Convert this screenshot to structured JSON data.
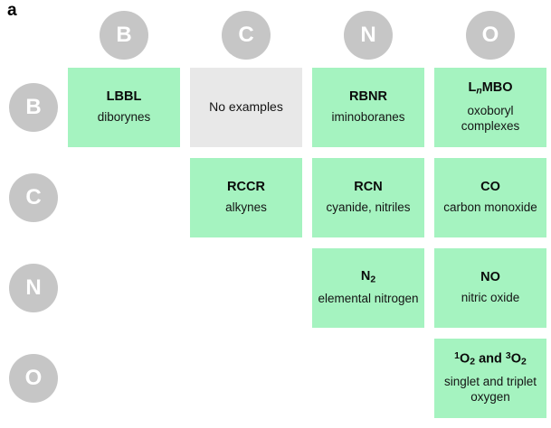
{
  "panel": {
    "label": "a"
  },
  "matrix": {
    "column_headers": [
      {
        "label": "B",
        "name": "column-header-b"
      },
      {
        "label": "C",
        "name": "column-header-c"
      },
      {
        "label": "N",
        "name": "column-header-n"
      },
      {
        "label": "O",
        "name": "column-header-o"
      }
    ],
    "row_headers": [
      {
        "label": "B",
        "name": "row-header-b"
      },
      {
        "label": "C",
        "name": "row-header-c"
      },
      {
        "label": "N",
        "name": "row-header-n"
      },
      {
        "label": "O",
        "name": "row-header-o"
      }
    ],
    "cells": [
      {
        "row": "B",
        "col": "B",
        "formula_html": "LBBL",
        "formula_text": "LBBL",
        "name": "diborynes",
        "state": "green"
      },
      {
        "row": "B",
        "col": "C",
        "formula_html": "",
        "formula_text": "",
        "name": "No examples",
        "state": "grey"
      },
      {
        "row": "B",
        "col": "N",
        "formula_html": "RBNR",
        "formula_text": "RBNR",
        "name": "iminoboranes",
        "state": "green"
      },
      {
        "row": "B",
        "col": "O",
        "formula_html": "L<sub><i>n</i></sub>MBO",
        "formula_text": "LnMBO",
        "name": "oxoboryl complexes",
        "state": "green"
      },
      {
        "row": "C",
        "col": "C",
        "formula_html": "RCCR",
        "formula_text": "RCCR",
        "name": "alkynes",
        "state": "green"
      },
      {
        "row": "C",
        "col": "N",
        "formula_html": "RCN",
        "formula_text": "RCN",
        "name": "cyanide, nitriles",
        "state": "green"
      },
      {
        "row": "C",
        "col": "O",
        "formula_html": "CO",
        "formula_text": "CO",
        "name": "carbon monoxide",
        "state": "green"
      },
      {
        "row": "N",
        "col": "N",
        "formula_html": "N<sub>2</sub>",
        "formula_text": "N2",
        "name": "elemental nitrogen",
        "state": "green"
      },
      {
        "row": "N",
        "col": "O",
        "formula_html": "NO",
        "formula_text": "NO",
        "name": "nitric oxide",
        "state": "green"
      },
      {
        "row": "O",
        "col": "O",
        "formula_html": "<sup>1</sup>O<sub>2</sub> and <sup>3</sup>O<sub>2</sub>",
        "formula_text": "1O2 and 3O2",
        "name": "singlet and triplet oxygen",
        "state": "green"
      }
    ]
  },
  "colors": {
    "cell_green": "#a5f3c0",
    "cell_grey": "#e8e8e8",
    "badge_grey": "#c6c6c6",
    "badge_text": "#ffffff",
    "text": "#0a0a0a",
    "background": "#ffffff"
  }
}
